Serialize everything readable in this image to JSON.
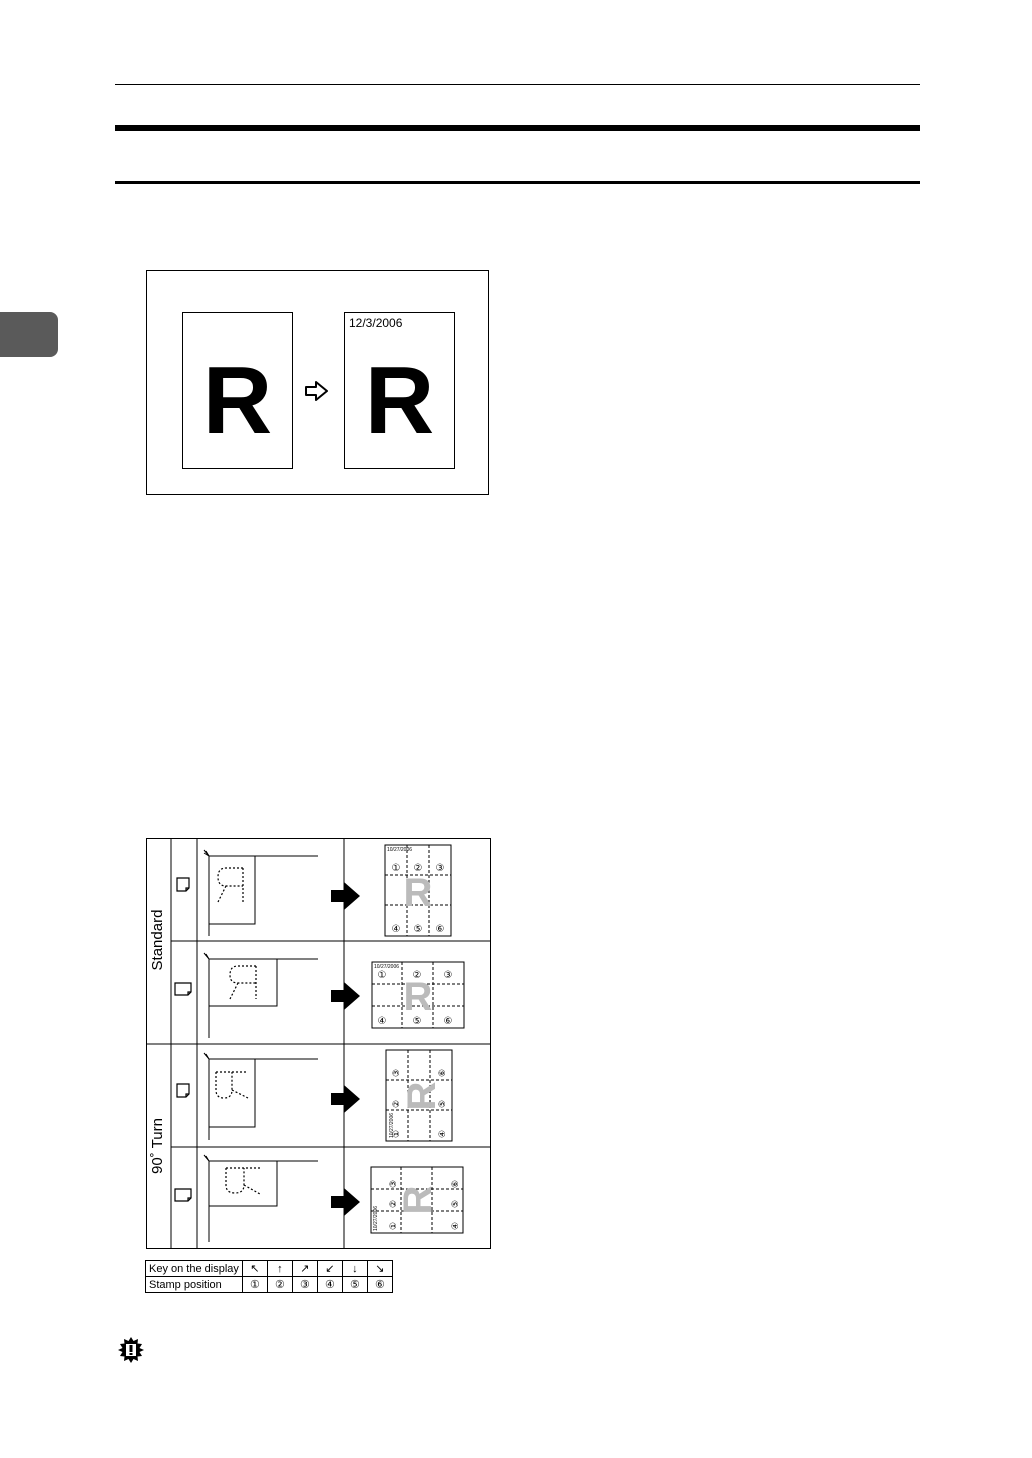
{
  "figure1": {
    "original_letter": "R",
    "stamped_letter": "R",
    "stamp_date": "12/3/2006"
  },
  "figure2": {
    "group_labels": [
      "Standard",
      "90˚ Turn"
    ],
    "sample_letter": "R",
    "small_date": "10/27/2006"
  },
  "key_table": {
    "row1_label": "Key on the display",
    "row2_label": "Stamp position",
    "keys": [
      "↖",
      "↑",
      "↗",
      "↙",
      "↓",
      "↘"
    ],
    "positions": [
      "①",
      "②",
      "③",
      "④",
      "⑤",
      "⑥"
    ]
  },
  "important_icon": "important-icon"
}
